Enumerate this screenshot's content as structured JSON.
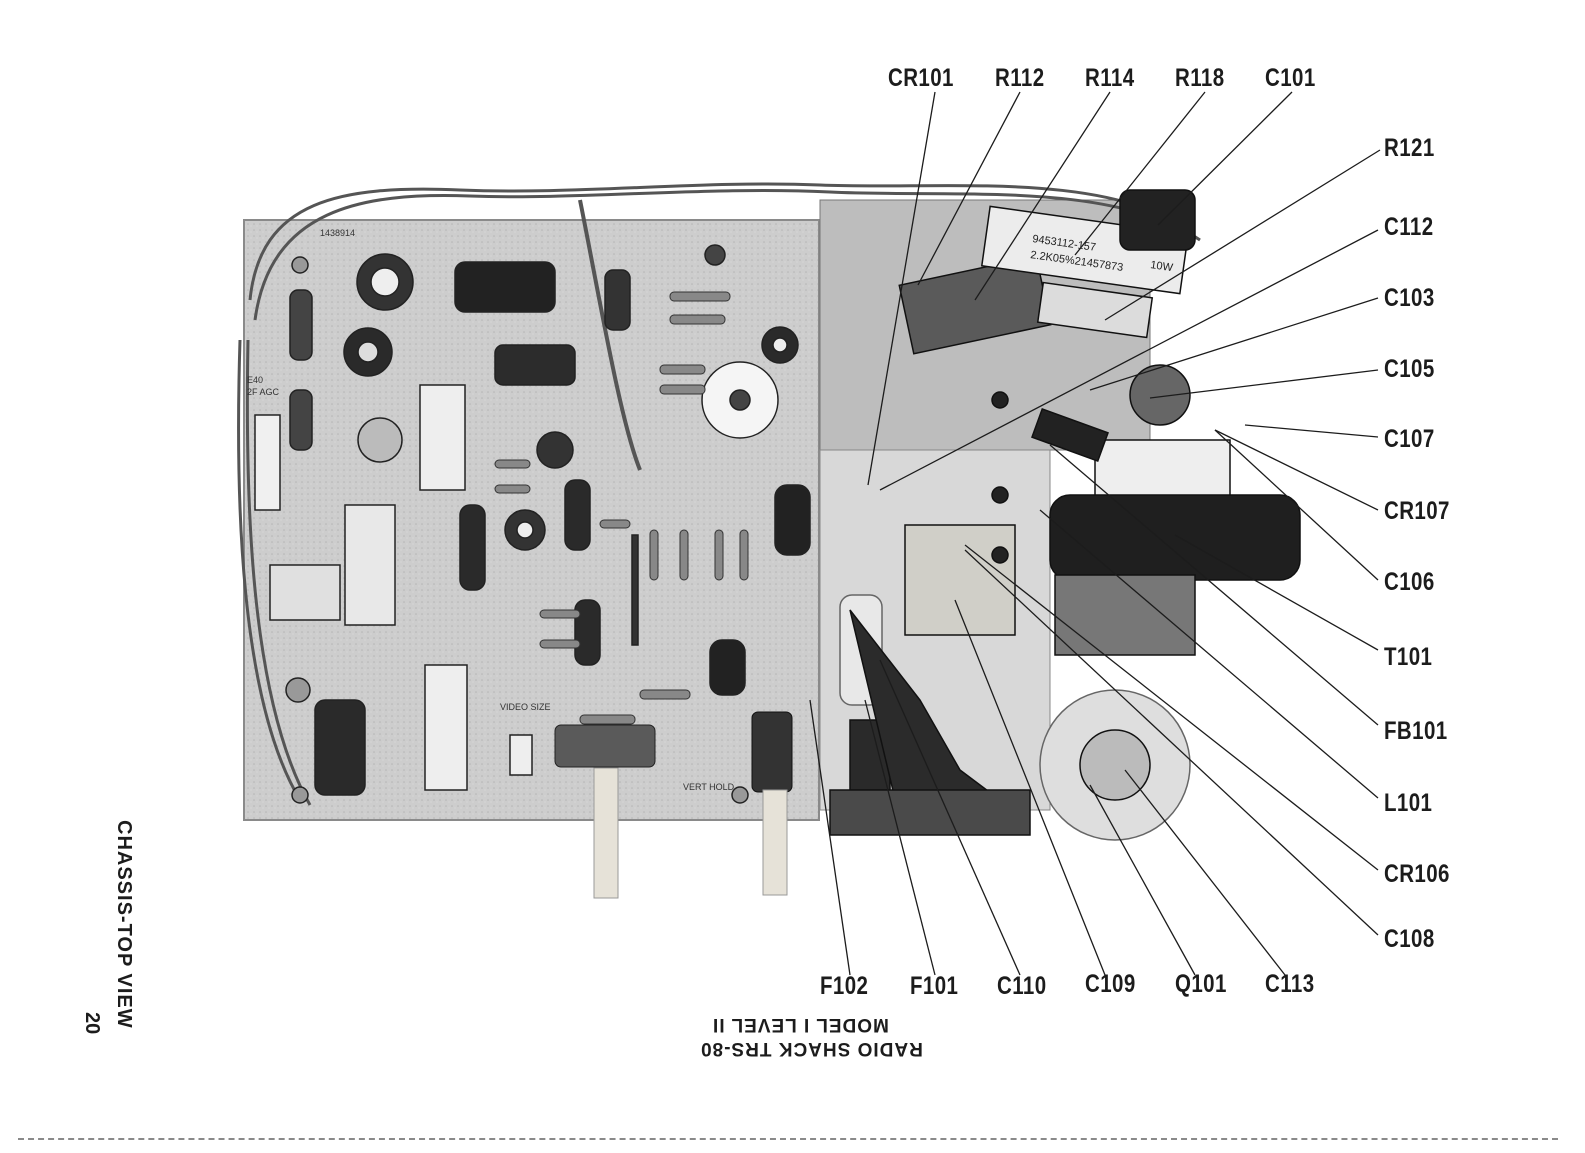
{
  "caption": {
    "side_title": "CHASSIS-TOP VIEW",
    "page_number": "20",
    "upside_down_lines": [
      "RADIO SHACK TRS-80",
      "MODEL I LEVEL II"
    ]
  },
  "callouts": {
    "top": [
      "CR101",
      "R112",
      "R114",
      "R118",
      "C101"
    ],
    "right": [
      "R121",
      "C112",
      "C103",
      "C105",
      "C107",
      "CR107",
      "C106",
      "T101",
      "FB101",
      "L101",
      "CR106",
      "C108"
    ],
    "bottom": [
      "F102",
      "F101",
      "C110",
      "C109",
      "Q101",
      "C113"
    ]
  },
  "board_silkscreen": [
    "1438914",
    "E40",
    "2F AGC",
    "VERT HOLD",
    "VIDEO SIZE"
  ],
  "component_markings": [
    "9453112-157",
    "2.2K05%21457873",
    "10W"
  ],
  "colors": {
    "ink": "#1c1c1c",
    "paper": "#ffffff",
    "board": "#cfcfcf"
  }
}
